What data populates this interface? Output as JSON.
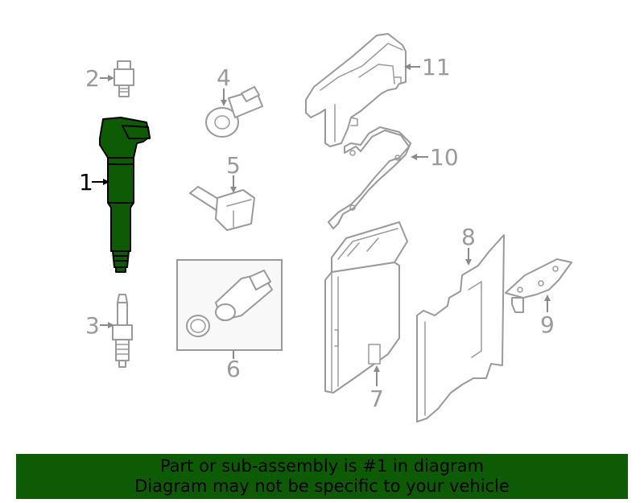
{
  "callouts": {
    "c1": "1",
    "c2": "2",
    "c3": "3",
    "c4": "4",
    "c5": "5",
    "c6": "6",
    "c7": "7",
    "c8": "8",
    "c9": "9",
    "c10": "10",
    "c11": "11"
  },
  "banner": {
    "line1": "Part or sub-assembly is #1 in diagram",
    "line2": "Diagram may not be specific to your vehicle"
  },
  "colors": {
    "highlight_fill": "#0d5c05",
    "banner_bg": "#0d5c05",
    "outline_gray": "#9a9a9a"
  }
}
